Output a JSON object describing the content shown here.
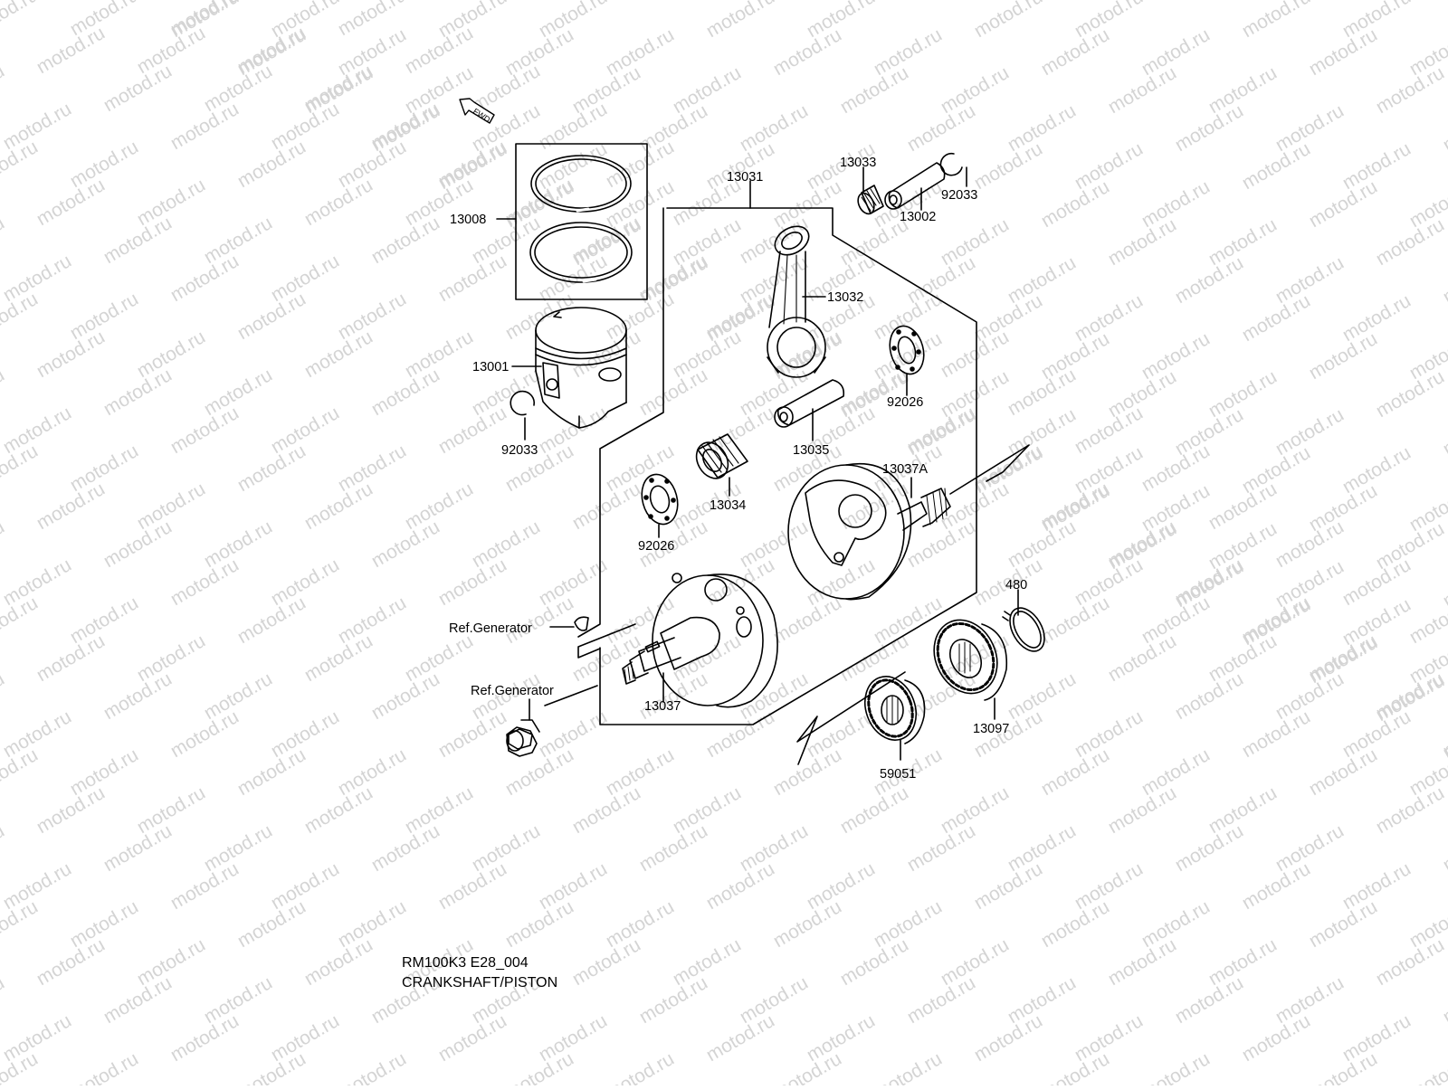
{
  "watermark": {
    "text": "motod.ru"
  },
  "fwd_label": "FWD",
  "labels": {
    "p13008": "13008",
    "p13001": "13001",
    "p92033_left": "92033",
    "p13031": "13031",
    "p13033": "13033",
    "p92033_right": "92033",
    "p13002": "13002",
    "p13032": "13032",
    "p92026_right": "92026",
    "p13035": "13035",
    "p13034": "13034",
    "p92026_left": "92026",
    "p13037A": "13037A",
    "p480": "480",
    "ref_generator_key": "Ref.Generator",
    "ref_generator_nut": "Ref.Generator",
    "p13037": "13037",
    "p13097": "13097",
    "p59051": "59051"
  },
  "footer": {
    "model_code": "RM100K3 E28_004",
    "section_title": "CRANKSHAFT/PISTON"
  }
}
